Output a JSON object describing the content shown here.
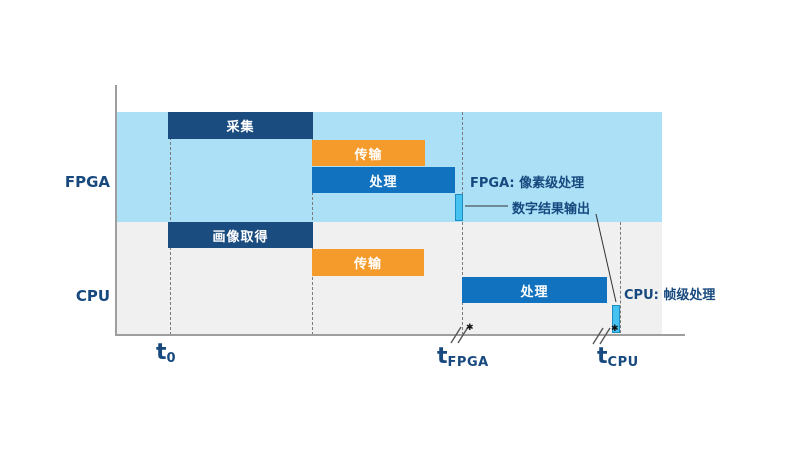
{
  "colors": {
    "navy": "#1B4C80",
    "blue": "#1173BF",
    "orange": "#F59B2C",
    "cyan": "#45C2F0",
    "cyan_border": "#1D8DC4",
    "band_fpga": "#ABE0F7",
    "band_cpu": "#F0F0F0",
    "text_navy": "#17497E",
    "axis_gray": "#9E9E9E",
    "dash_gray": "#7A7A7A",
    "callout": "#333333"
  },
  "rows": {
    "fpga": "FPGA",
    "cpu": "CPU"
  },
  "bars": {
    "fpga_capture": "采集",
    "fpga_transfer": "传输",
    "fpga_process": "处理",
    "cpu_capture": "画像取得",
    "cpu_transfer": "传输",
    "cpu_process": "处理"
  },
  "annotations": {
    "fpga_note": "FPGA: 像素级处理",
    "output_note": "数字结果输出",
    "cpu_note": "CPU: 帧级处理",
    "break_marker": "✱"
  },
  "axis_labels": {
    "t0_base": "t",
    "t0_sub": "0",
    "tfpga_base": "t",
    "tfpga_sub": "FPGA",
    "tcpu_base": "t",
    "tcpu_sub": "CPU"
  }
}
